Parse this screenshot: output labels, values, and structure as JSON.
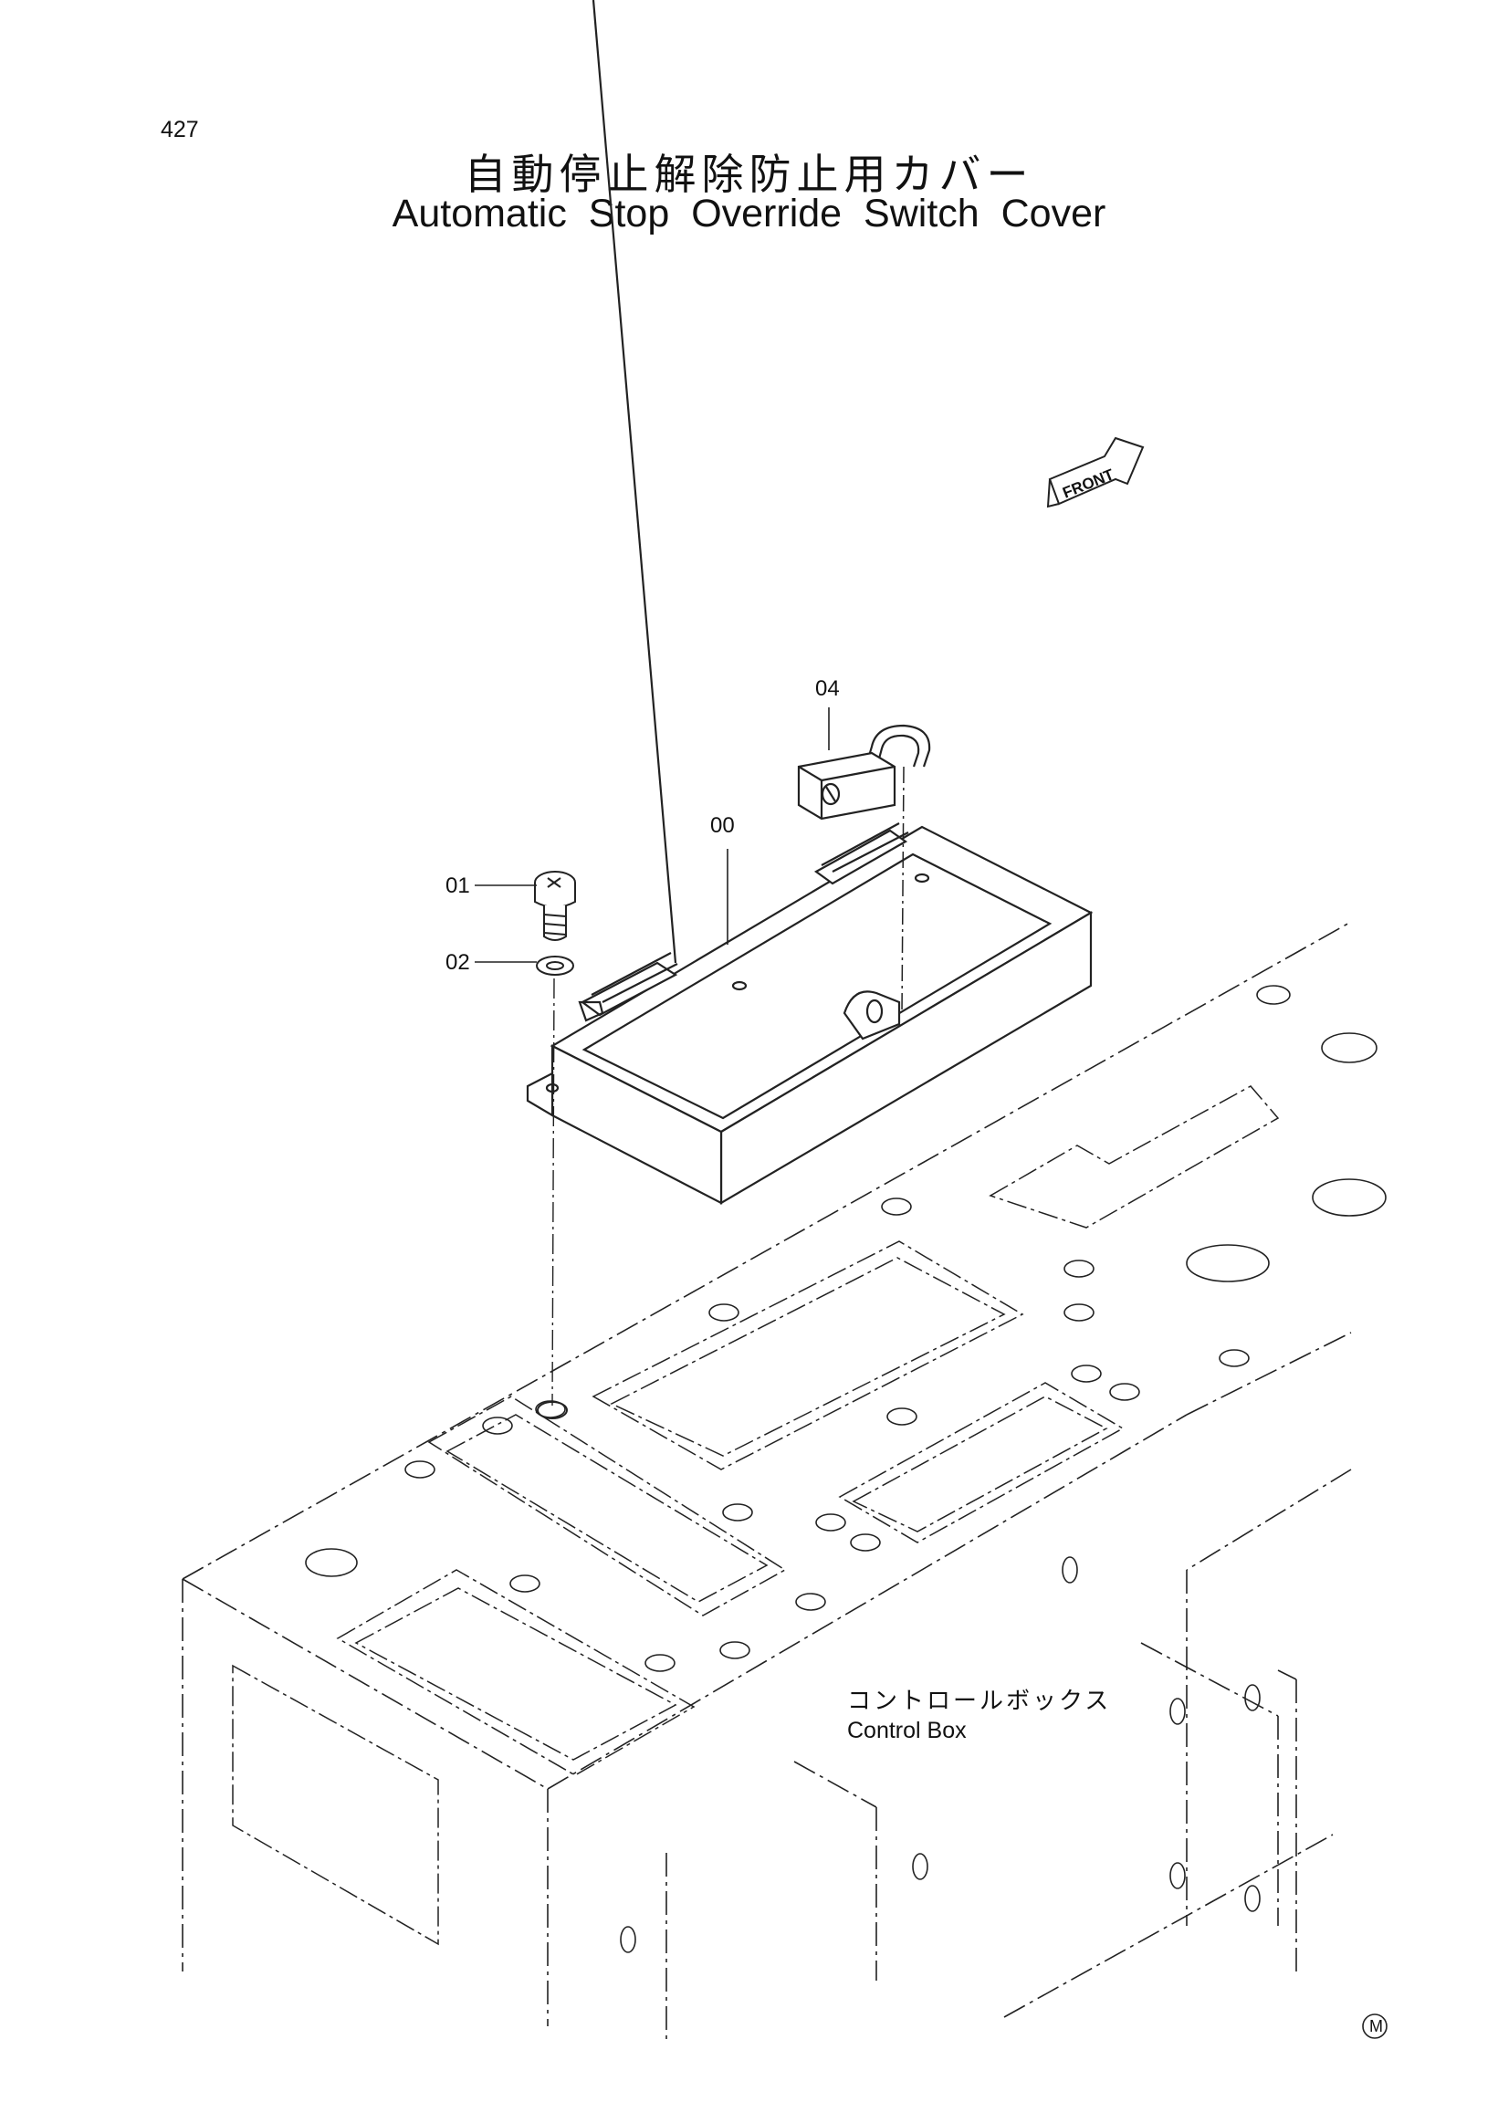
{
  "page_number": "427",
  "title": {
    "japanese": "自動停止解除防止用カバー",
    "english": "Automatic Stop Override Switch Cover"
  },
  "front_arrow_label": "FRONT",
  "callouts": [
    "00",
    "01",
    "02",
    "04"
  ],
  "component_label": {
    "japanese": "コントロールボックス",
    "english": "Control Box"
  },
  "corner_mark": "M"
}
